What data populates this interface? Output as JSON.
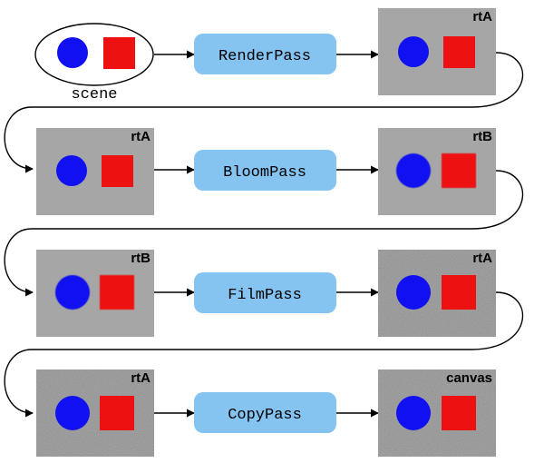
{
  "scene": {
    "label": "scene"
  },
  "colors": {
    "circle": "#1010f0",
    "square": "#ee1111",
    "tile": "#a6a6a6",
    "pass_box": "#85c3f0",
    "line": "#000000"
  },
  "rows": [
    {
      "pass": "RenderPass",
      "input": "scene",
      "output": "rtA",
      "output_noisy": false
    },
    {
      "pass": "BloomPass",
      "input": "rtA",
      "output": "rtB",
      "input_noisy": false,
      "output_noisy": false
    },
    {
      "pass": "FilmPass",
      "input": "rtB",
      "output": "rtA",
      "input_noisy": false,
      "output_noisy": true
    },
    {
      "pass": "CopyPass",
      "input": "rtA",
      "output": "canvas",
      "input_noisy": true,
      "output_noisy": true
    }
  ]
}
